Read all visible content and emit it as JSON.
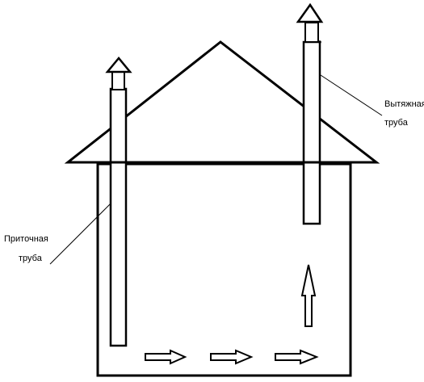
{
  "labels": {
    "exhaust_line1": "Вытяжная",
    "exhaust_line2": "труба",
    "supply_line1": "Приточная",
    "supply_line2": "труба"
  }
}
